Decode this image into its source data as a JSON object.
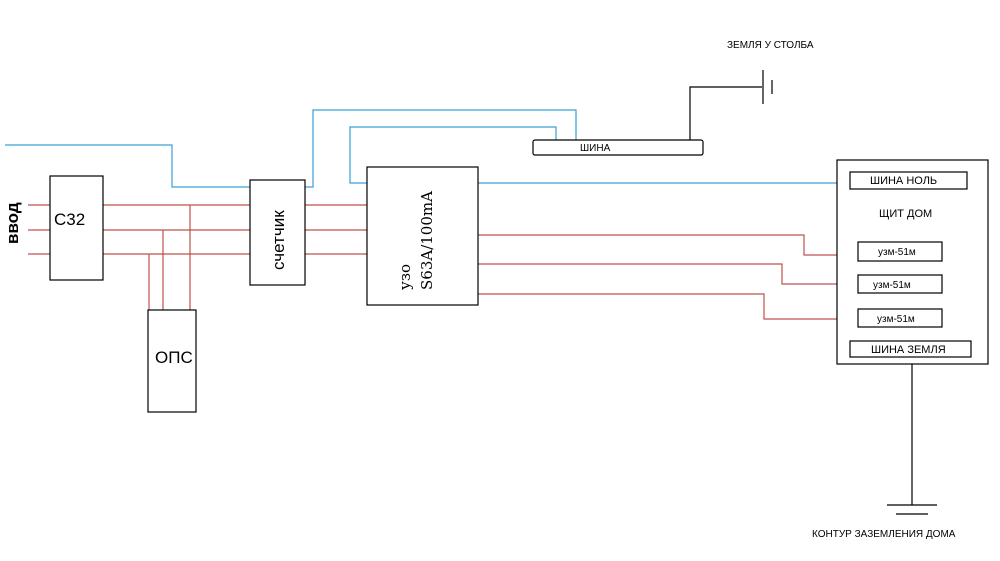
{
  "labels": {
    "vvod": "ввод",
    "c32": "C32",
    "ops": "ОПС",
    "counter": "счетчик",
    "uzo_line1": "узо",
    "uzo_line2": "S63A/100mA",
    "shina": "ШИНА",
    "ground_pole": "ЗЕМЛЯ У СТОЛБА",
    "shina_nol": "ШИНА НОЛЬ",
    "shchit_dom": "ЩИТ ДОМ",
    "breaker_1": "узм-51м",
    "breaker_2": "узм-51м",
    "breaker_3": "узм-51м",
    "shina_zemlya": "ШИНА ЗЕМЛЯ",
    "house_ground": "КОНТУР ЗАЗЕМЛЕНИЯ ДОМА"
  },
  "colors": {
    "phase_wire": "#c0504d",
    "neutral_wire": "#3aa0d8",
    "ground_wire": "#000000"
  }
}
